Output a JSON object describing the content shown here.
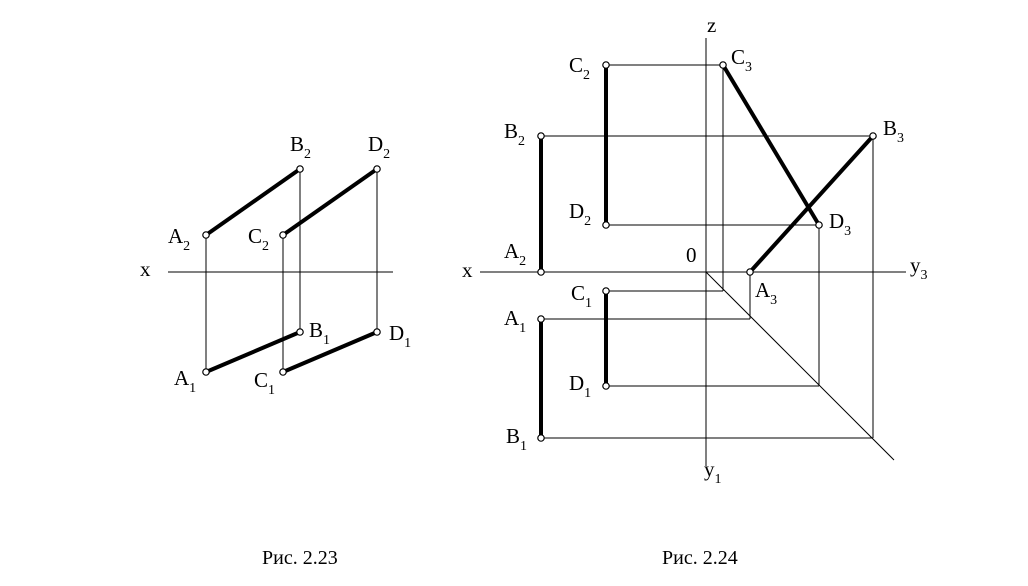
{
  "figure_left": {
    "caption": "Рис. 2.23",
    "axis_x": "x",
    "labels": {
      "A2": {
        "base": "A",
        "sub": "2"
      },
      "B2": {
        "base": "B",
        "sub": "2"
      },
      "C2": {
        "base": "C",
        "sub": "2"
      },
      "D2": {
        "base": "D",
        "sub": "2"
      },
      "A1": {
        "base": "A",
        "sub": "1"
      },
      "B1": {
        "base": "B",
        "sub": "1"
      },
      "C1": {
        "base": "C",
        "sub": "1"
      },
      "D1": {
        "base": "D",
        "sub": "1"
      }
    }
  },
  "figure_right": {
    "caption": "Рис. 2.24",
    "axis_x": "x",
    "axis_z": "z",
    "origin": "0",
    "axis_y3": {
      "base": "y",
      "sub": "3"
    },
    "axis_y1": {
      "base": "y",
      "sub": "1"
    },
    "labels": {
      "C2": {
        "base": "C",
        "sub": "2"
      },
      "C3": {
        "base": "C",
        "sub": "3"
      },
      "B2": {
        "base": "B",
        "sub": "2"
      },
      "B3": {
        "base": "B",
        "sub": "3"
      },
      "D2": {
        "base": "D",
        "sub": "2"
      },
      "D3": {
        "base": "D",
        "sub": "3"
      },
      "A2": {
        "base": "A",
        "sub": "2"
      },
      "A3": {
        "base": "A",
        "sub": "3"
      },
      "C1": {
        "base": "C",
        "sub": "1"
      },
      "A1": {
        "base": "A",
        "sub": "1"
      },
      "D1": {
        "base": "D",
        "sub": "1"
      },
      "B1": {
        "base": "B",
        "sub": "1"
      }
    }
  }
}
